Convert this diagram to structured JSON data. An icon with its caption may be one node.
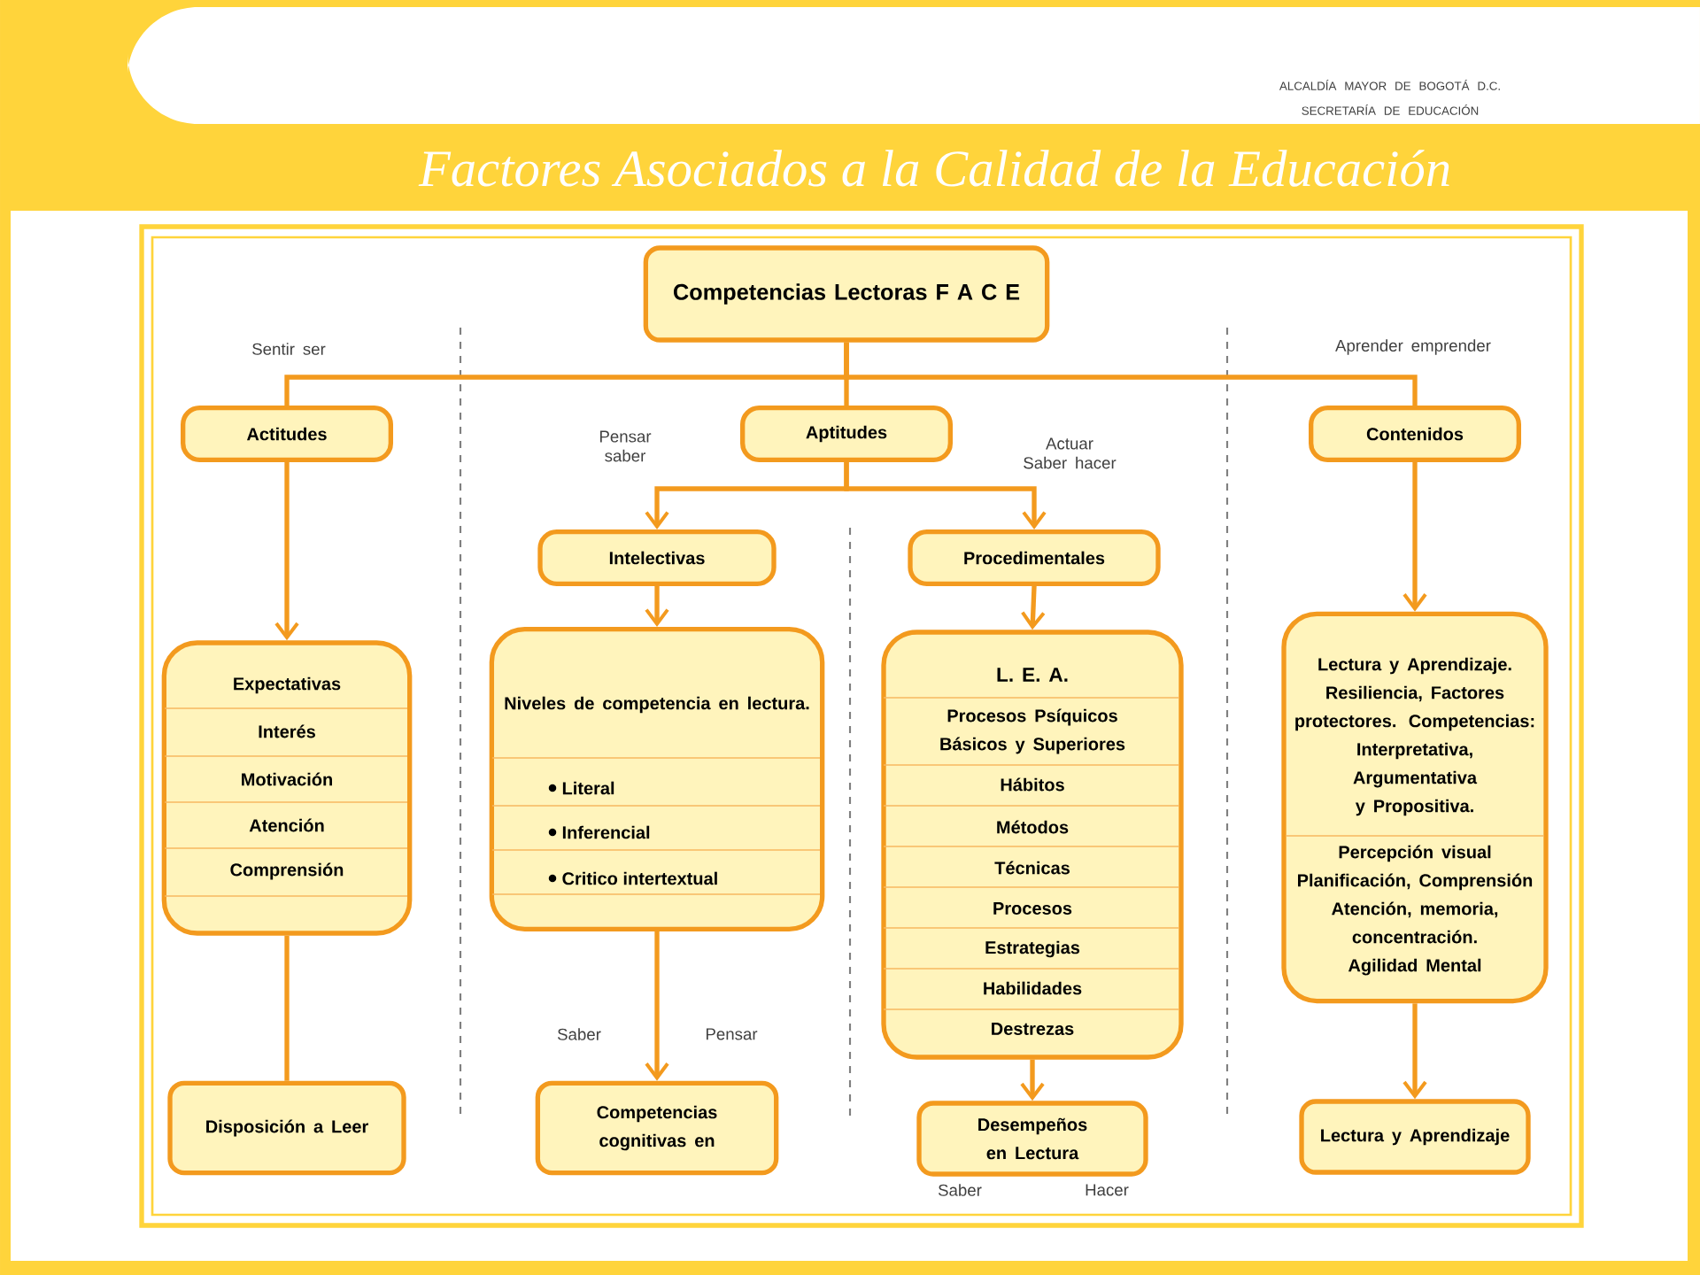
{
  "diagram": {
    "title": "Factores Asociados a la Calidad de la Educación",
    "nodes": [
      {
        "text": [
          "Competencias Lectoras F A C E"
        ]
      },
      {
        "text": [
          "Actitudes"
        ]
      },
      {
        "text": [
          "Aptitudes"
        ]
      },
      {
        "text": [
          "Contenidos"
        ]
      },
      {
        "text": [
          "Intelectivas"
        ]
      },
      {
        "text": [
          "Procedimentales"
        ]
      },
      {
        "text": [
          "Expectativas",
          "Interés",
          "Motivación",
          "Atención",
          "Comprensión"
        ]
      },
      {
        "text": [
          "Niveles de competencia en lectura.",
          "Literal",
          "Inferencial",
          "Critico intertextual"
        ]
      },
      {
        "text": [
          "L. E. A.",
          "Procesos Psíquicos Básicos y Superiores",
          "Hábitos",
          "Métodos",
          "Técnicas",
          "Procesos",
          "Estrategias",
          "Habilidades",
          "Destrezas"
        ]
      },
      {
        "text": [
          "Lectura y Aprendizaje. Resiliencia, Factores protectores. Competencias: Interpretativa, Argumentativa y Propositiva.",
          "Percepción visual Planificación, Comprensión Atención, memoria, concentración. Agilidad Mental"
        ]
      },
      {
        "text": [
          "Disposición a Leer"
        ]
      },
      {
        "text": [
          "Competencias cognitivas en"
        ]
      },
      {
        "text": [
          "Desempeños en Lectura"
        ]
      },
      {
        "text": [
          "Lectura y Aprendizaje"
        ]
      }
    ],
    "edges": [
      {
        "from": 0,
        "to": 1,
        "arrow": "none"
      },
      {
        "from": 0,
        "to": 2,
        "arrow": "none"
      },
      {
        "from": 0,
        "to": 3,
        "arrow": "none"
      },
      {
        "from": 2,
        "to": 4,
        "arrow": "to"
      },
      {
        "from": 2,
        "to": 5,
        "arrow": "to"
      },
      {
        "from": 1,
        "to": 6,
        "arrow": "to"
      },
      {
        "from": 4,
        "to": 7,
        "arrow": "to"
      },
      {
        "from": 5,
        "to": 8,
        "arrow": "to"
      },
      {
        "from": 3,
        "to": 9,
        "arrow": "to"
      },
      {
        "from": 6,
        "to": 10,
        "arrow": "none"
      },
      {
        "from": 7,
        "to": 11,
        "arrow": "to"
      },
      {
        "from": 8,
        "to": 12,
        "arrow": "to"
      },
      {
        "from": 9,
        "to": 13,
        "arrow": "to"
      }
    ],
    "labels": [
      "ALCALDÍA MAYOR DE BOGOTÁ D.C.",
      "SECRETARÍA DE EDUCACIÓN",
      "Sentir ser",
      "Aprender emprender",
      "Pensar saber",
      "Actuar Saber hacer",
      "Saber",
      "Pensar",
      "Saber",
      "Hacer"
    ]
  }
}
